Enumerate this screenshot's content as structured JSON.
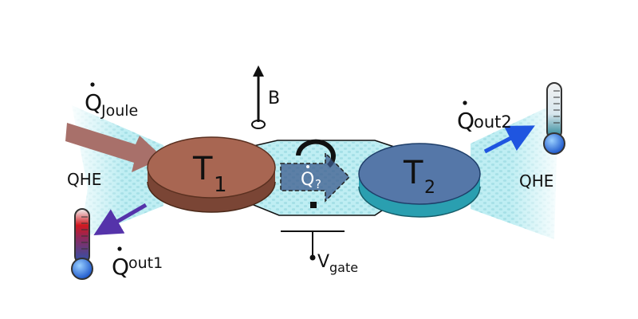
{
  "labels": {
    "q_joule_sym": "Q",
    "q_joule_sub": "Joule",
    "b_field": "B",
    "q_out2_sym": "Q",
    "q_out2_sub": "out2",
    "qhe_left": "QHE",
    "qhe_right": "QHE",
    "q_out1_sym": "Q",
    "q_out1_sub": "out1",
    "t1_sym": "T",
    "t1_sub": "1",
    "t2_sym": "T",
    "t2_sub": "2",
    "q_mid_sym": "Q",
    "q_mid_sub": "?",
    "vgate_sym": "V",
    "vgate_sub": "gate"
  },
  "colors": {
    "channel": "#bfeef3",
    "channel_dot": "#8fd3dc",
    "t1_top": "#a86652",
    "t1_side": "#7a4535",
    "t2_top": "#5577a8",
    "t2_side": "#2a9fb0",
    "joule_arrow": "#a8706a",
    "out1_arrow": "#5533aa",
    "out2_arrow": "#1f55e0",
    "mid_arrow": "#3b5a8c",
    "thermo_cold": "#1e5fd0",
    "thermo_hot": "#c0101a"
  },
  "icons": {
    "thermometer_left": "thermometer-icon",
    "thermometer_right": "thermometer-icon",
    "magnetic_field": "arrow-up-icon",
    "gate": "gate-electrode-icon"
  }
}
